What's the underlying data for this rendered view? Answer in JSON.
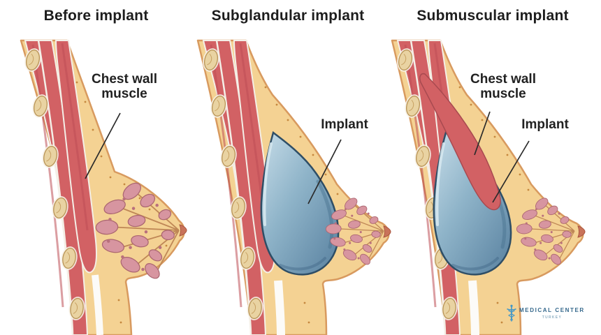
{
  "panels": [
    {
      "title": "Before implant",
      "labels": {
        "chest_wall": {
          "line1": "Chest wall",
          "line2": "muscle"
        }
      }
    },
    {
      "title": "Subglandular implant",
      "labels": {
        "implant": "Implant"
      }
    },
    {
      "title": "Submuscular implant",
      "labels": {
        "chest_wall": {
          "line1": "Chest wall",
          "line2": "muscle"
        },
        "implant": "Implant"
      }
    }
  ],
  "logo": {
    "name": "MEDICAL CENTER",
    "subtitle": "TURKEY"
  },
  "colors": {
    "background": "#ffffff",
    "title_text": "#1d1d1d",
    "implant_blue": "#7fa8c2",
    "implant_outline": "#2e4e66",
    "muscle_red": "#d26164",
    "fat_yellow": "#f4d293",
    "skin_line": "#d89a5f",
    "gland_pink": "#d795a0",
    "rib_bone": "#e9d3a2",
    "pointer_line": "#2b2b2b",
    "logo_blue": "#3f96c9",
    "logo_text": "#35688c"
  }
}
